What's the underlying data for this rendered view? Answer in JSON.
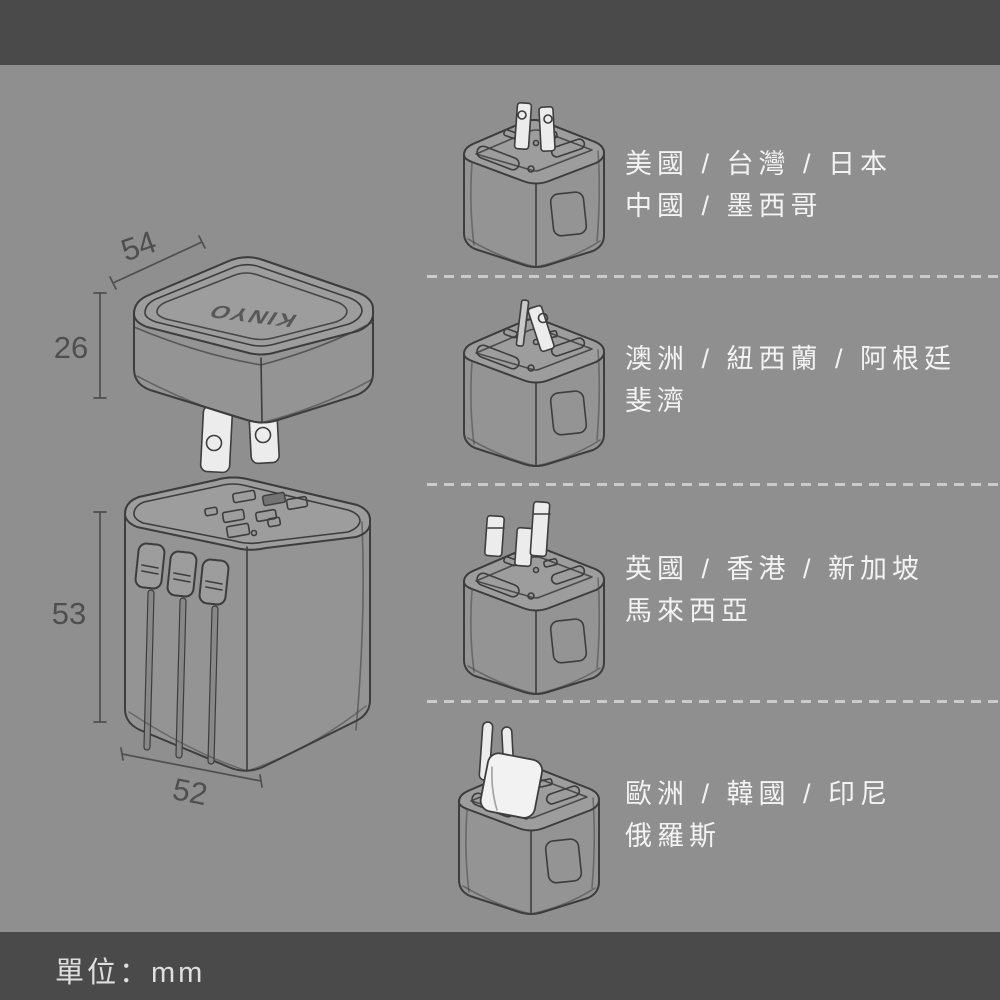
{
  "page": {
    "background_color": "#8f8f90",
    "band_color": "#4a4a4b",
    "divider_color": "#cbcbcb",
    "line_art_color": "#3d3d3d",
    "dimension_color": "#4f4f4f",
    "label_text_color": "#f3f3f3"
  },
  "footer": {
    "unit_label": "單位：mm"
  },
  "diagram": {
    "brand_logo": "KINYO",
    "dimensions": {
      "top_width": "54",
      "top_height": "26",
      "body_height": "53",
      "body_width": "52"
    }
  },
  "plug_rows": [
    {
      "plug_icon": "us-type-a-plug-icon",
      "regions_line1": "美國 / 台灣 / 日本",
      "regions_line2": "中國 / 墨西哥"
    },
    {
      "plug_icon": "au-type-i-plug-icon",
      "regions_line1": "澳洲 / 紐西蘭 / 阿根廷",
      "regions_line2": "斐濟"
    },
    {
      "plug_icon": "uk-type-g-plug-icon",
      "regions_line1": "英國 / 香港 / 新加坡",
      "regions_line2": "馬來西亞"
    },
    {
      "plug_icon": "eu-type-c-plug-icon",
      "regions_line1": "歐洲 / 韓國 / 印尼",
      "regions_line2": "俄羅斯"
    }
  ]
}
